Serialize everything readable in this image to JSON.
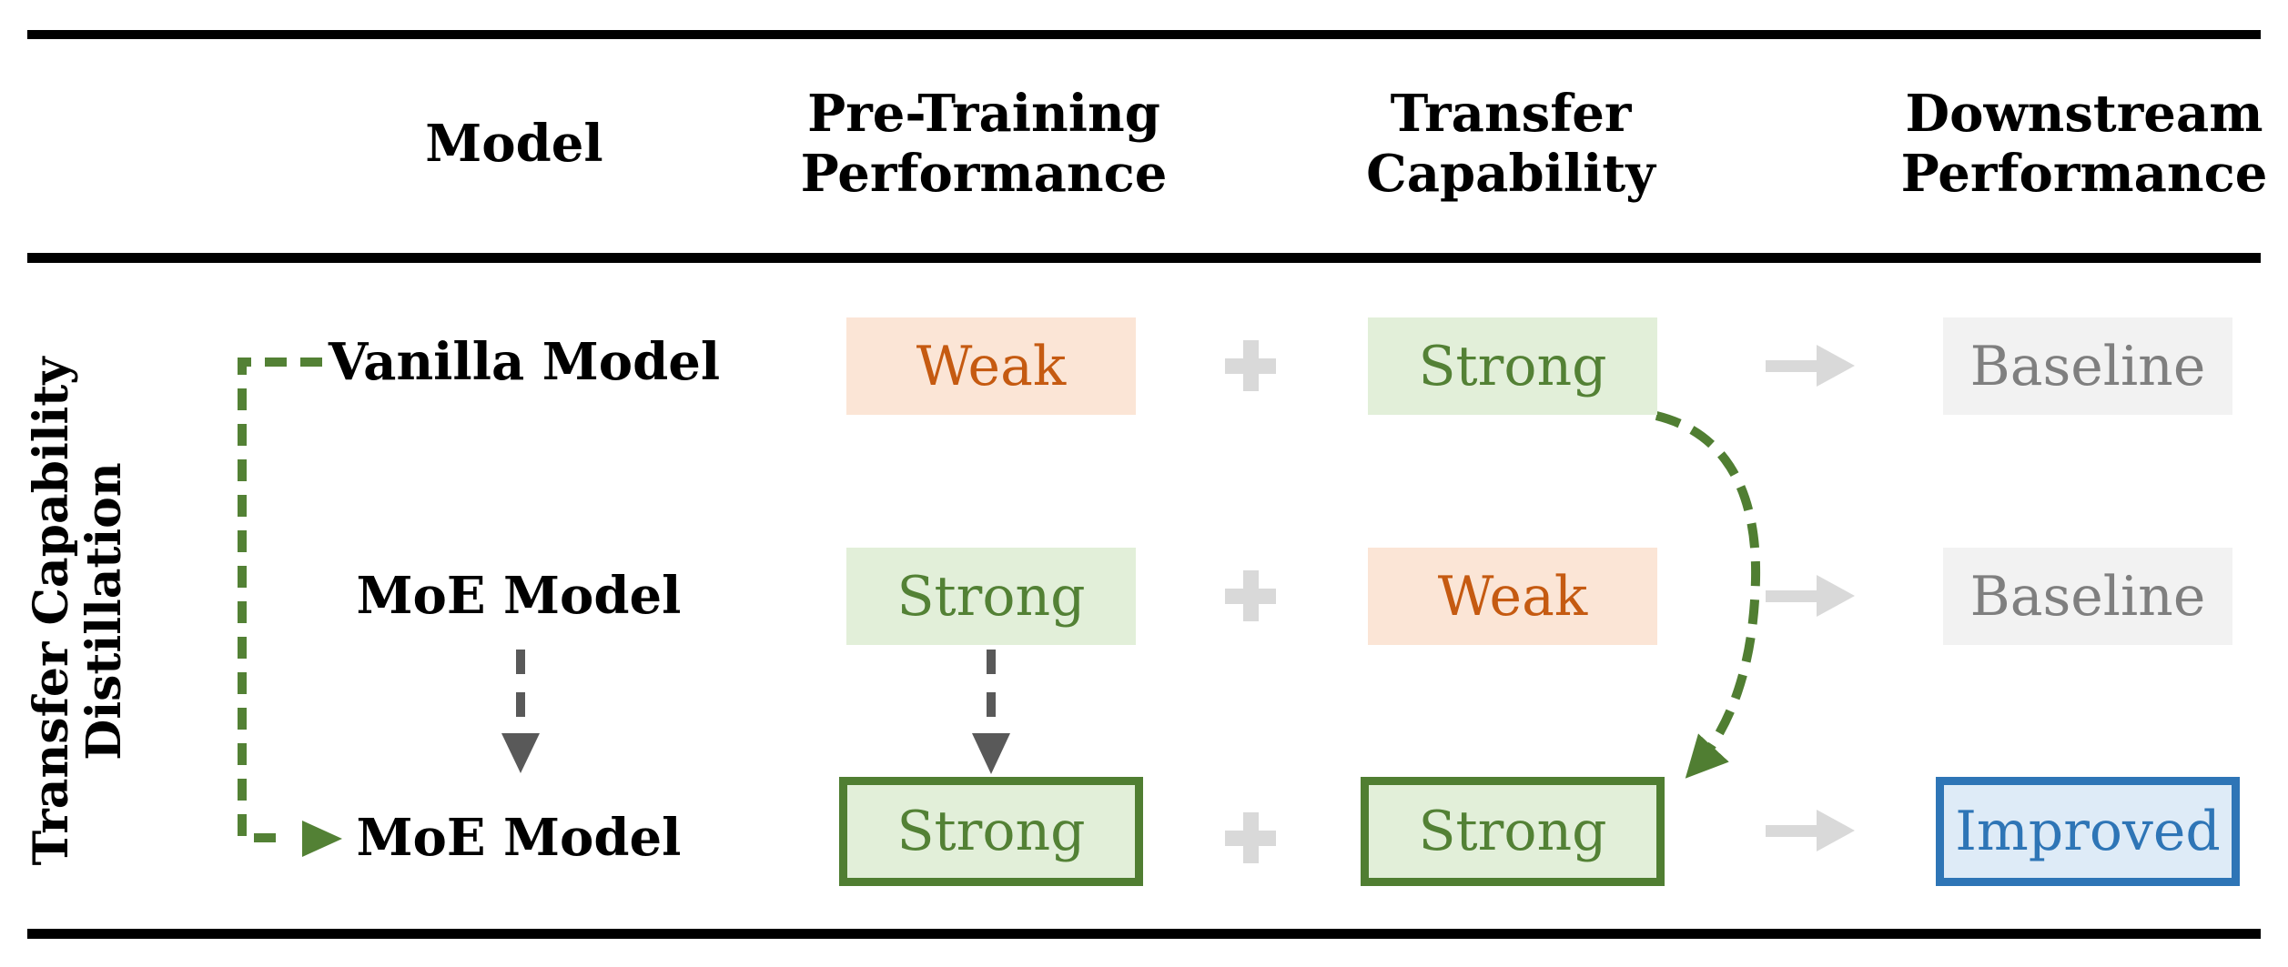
{
  "figure": {
    "side_label": {
      "line1": "Transfer Capability",
      "line2": "Distillation"
    },
    "columns": [
      {
        "line1": "Model",
        "line2": ""
      },
      {
        "line1": "Pre-Training",
        "line2": "Performance"
      },
      {
        "line1": "Transfer",
        "line2": "Capability"
      },
      {
        "line1": "Downstream",
        "line2": "Performance"
      }
    ],
    "rows": [
      {
        "model": "Vanilla Model",
        "pretraining": "Weak",
        "transfer": "Strong",
        "downstream": "Baseline"
      },
      {
        "model": "MoE Model",
        "pretraining": "Strong",
        "transfer": "Weak",
        "downstream": "Baseline"
      },
      {
        "model": "MoE Model",
        "pretraining": "Strong",
        "transfer": "Strong",
        "downstream": "Improved"
      }
    ]
  },
  "icons": {
    "plus": "plus-icon",
    "arrow_right": "arrow-right-icon",
    "arrow_down_dashed": "arrow-down-dashed-icon",
    "triangle_right": "triangle-right-icon",
    "curved_distill_arrow": "curved-dashed-arrow-icon"
  },
  "colors": {
    "weak_bg": "#FBE5D6",
    "weak_text": "#C55A11",
    "strong_bg": "#E2EFD9",
    "strong_text": "#538135",
    "strong_border": "#507E32",
    "baseline_bg": "#F2F2F2",
    "baseline_text": "#7F7F7F",
    "improved_bg": "#DEEBF7",
    "improved_text": "#2E75B6",
    "improved_border": "#2E75B6",
    "plus_and_arrow_gray": "#D9D9D9",
    "distill_gray": "#595959",
    "distill_green": "#538135",
    "rule_black": "#000000"
  }
}
